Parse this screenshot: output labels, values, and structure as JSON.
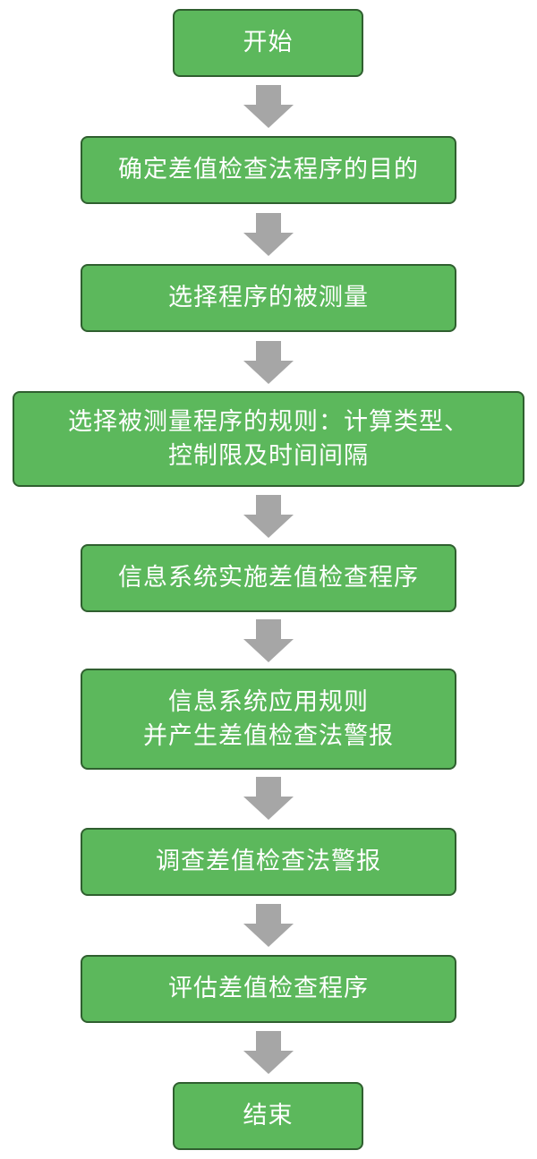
{
  "flowchart": {
    "steps": [
      {
        "label": "开始"
      },
      {
        "label": "确定差值检查法程序的目的"
      },
      {
        "label": "选择程序的被测量"
      },
      {
        "label": "选择被测量程序的规则：计算类型、\n控制限及时间间隔"
      },
      {
        "label": "信息系统实施差值检查程序"
      },
      {
        "label": "信息系统应用规则\n并产生差值检查法警报"
      },
      {
        "label": "调查差值检查法警报"
      },
      {
        "label": "评估差值检查程序"
      },
      {
        "label": "结束"
      }
    ]
  },
  "colors": {
    "node_fill": "#5cb85c",
    "node_border": "#2f5f2f",
    "arrow_fill": "#a6a6a6",
    "text": "#ffffff"
  }
}
